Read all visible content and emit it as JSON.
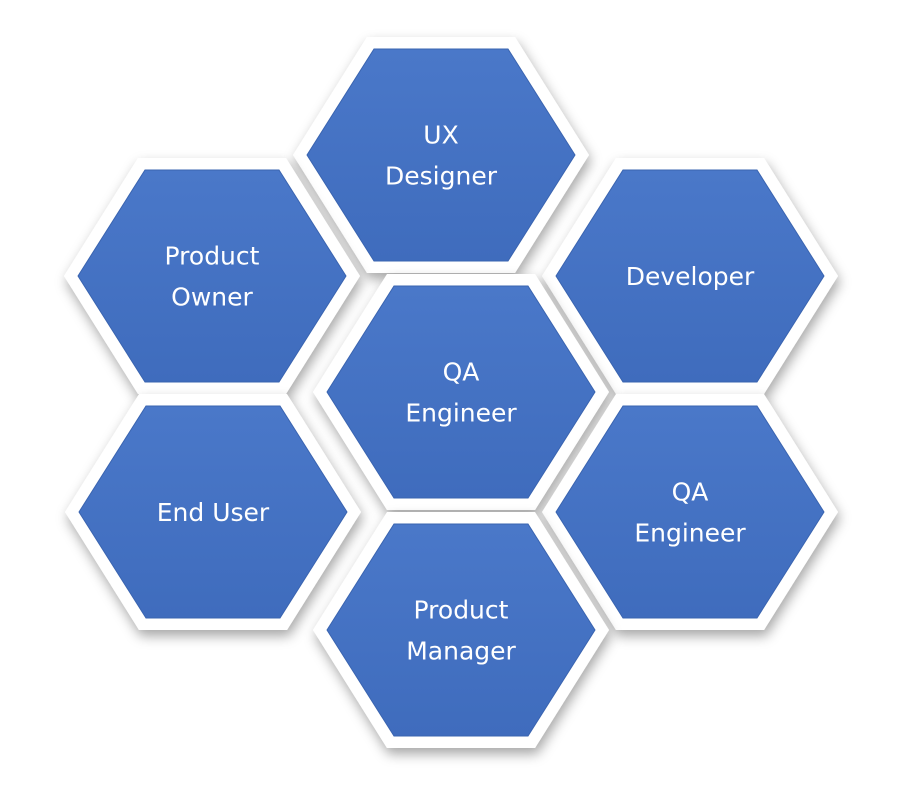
{
  "diagram": {
    "fill_color": "#4472c4",
    "rim_color": "#ffffff",
    "hexagons": [
      {
        "id": "ux-designer",
        "lines": [
          "UX",
          "Designer"
        ]
      },
      {
        "id": "product-owner",
        "lines": [
          "Product",
          "Owner"
        ]
      },
      {
        "id": "developer",
        "lines": [
          "Developer"
        ]
      },
      {
        "id": "qa-engineer-center",
        "lines": [
          "QA",
          "Engineer"
        ]
      },
      {
        "id": "end-user",
        "lines": [
          "End User"
        ]
      },
      {
        "id": "qa-engineer-right",
        "lines": [
          "QA",
          "Engineer"
        ]
      },
      {
        "id": "product-manager",
        "lines": [
          "Product",
          "Manager"
        ]
      }
    ]
  }
}
